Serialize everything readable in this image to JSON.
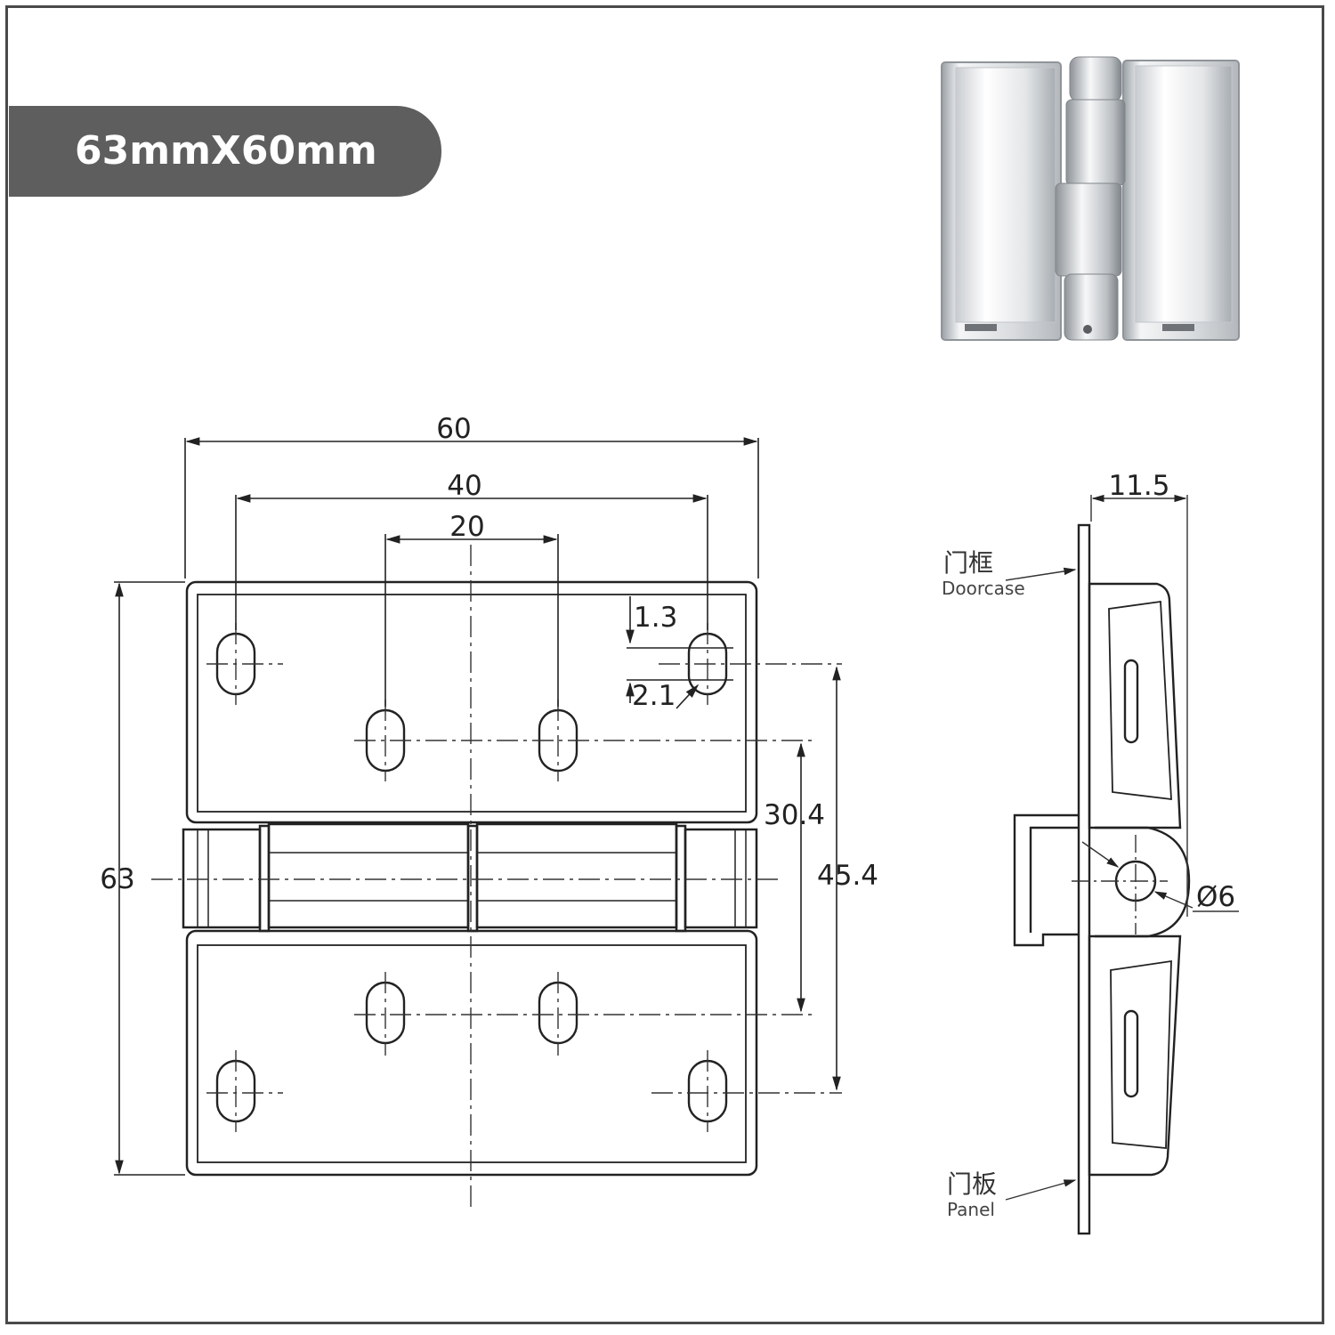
{
  "size_label": "63mmX60mm",
  "dimensions": {
    "overall_width": "60",
    "outer_hole_spacing": "40",
    "inner_hole_spacing": "20",
    "overall_height": "63",
    "inner_row_spacing": "30.4",
    "outer_row_spacing": "45.4",
    "slot_offset": "1.3",
    "slot_width": "2.1",
    "depth": "11.5",
    "pin_diameter": "Ø6"
  },
  "labels": {
    "doorcase_cn": "门框",
    "doorcase_en": "Doorcase",
    "panel_cn": "门板",
    "panel_en": "Panel"
  }
}
